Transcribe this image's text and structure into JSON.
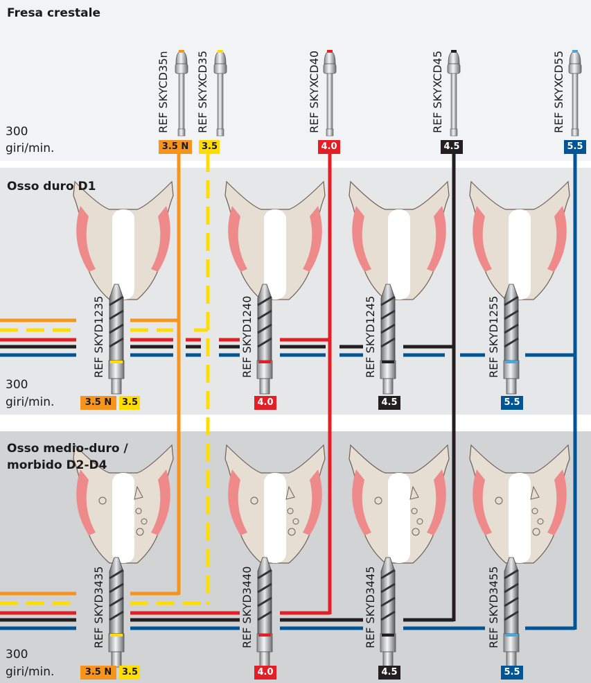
{
  "sections": {
    "crestal": {
      "title": "Fresa crestale",
      "speed_value": "300",
      "speed_unit": "giri/min."
    },
    "d1": {
      "title": "Osso duro D1",
      "speed_value": "300",
      "speed_unit": "giri/min."
    },
    "d2d4": {
      "title_line1": "Osso medio-duro /",
      "title_line2": "morbido D2-D4",
      "speed_value": "300",
      "speed_unit": "giri/min."
    }
  },
  "crestal_drills": [
    {
      "ref": "REF SKYCD35n",
      "chip": "3.5 N",
      "color": "#f7941d"
    },
    {
      "ref": "REF SKYXCD35",
      "chip": "3.5",
      "color": "#ffdd00"
    },
    {
      "ref": "REF SKYXCD40",
      "chip": "4.0",
      "color": "#e31e24"
    },
    {
      "ref": "REF SKYXCD45",
      "chip": "4.5",
      "color": "#231f20"
    },
    {
      "ref": "REF SKYXCD55",
      "chip": "5.5",
      "color": "#005596"
    }
  ],
  "d1_drills": [
    {
      "ref": "REF SKYD1235"
    },
    {
      "ref": "REF SKYD1240"
    },
    {
      "ref": "REF SKYD1245"
    },
    {
      "ref": "REF SKYD1255"
    }
  ],
  "d1_chips": [
    "3.5 N",
    "3.5",
    "4.0",
    "4.5",
    "5.5"
  ],
  "d2_drills": [
    {
      "ref": "REF SKYD3435"
    },
    {
      "ref": "REF SKYD3440"
    },
    {
      "ref": "REF SKYD3445"
    },
    {
      "ref": "REF SKYD3455"
    }
  ],
  "d2_chips": [
    "3.5 N",
    "3.5",
    "4.0",
    "4.5",
    "5.5"
  ],
  "colors": {
    "orange": "#f7941d",
    "yellow": "#ffdd00",
    "red": "#e31e24",
    "black": "#231f20",
    "blue": "#005596"
  }
}
